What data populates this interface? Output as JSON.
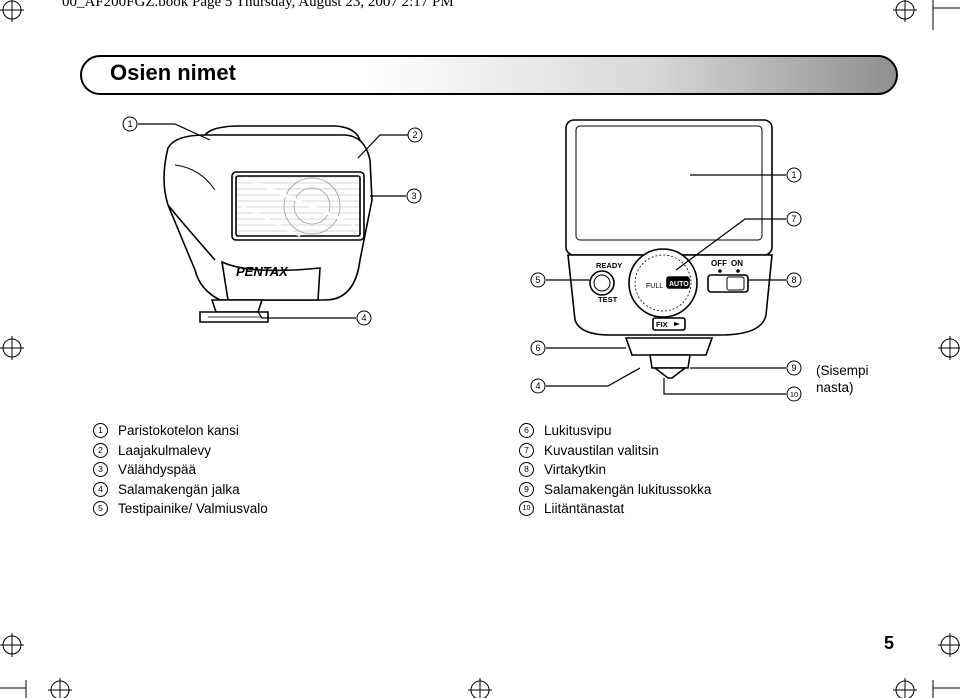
{
  "header_line": "00_AF200FGZ.book  Page 5  Thursday, August 23, 2007  2:17 PM",
  "section_title": "Osien nimet",
  "figure": {
    "brand_label": "PENTAX",
    "ready_label": "READY",
    "test_label": "TEST",
    "full_label": "FULL",
    "auto_label": "AUTO",
    "off_label": "OFF",
    "on_label": "ON",
    "fix_label": "FIX",
    "callouts_left": [
      "1",
      "2",
      "3",
      "4"
    ],
    "callouts_right": [
      "1",
      "7",
      "5",
      "8",
      "6",
      "9",
      "4",
      "10"
    ],
    "sisempi_note": "(Sisempi\nnasta)"
  },
  "legend_left": [
    {
      "num": "1",
      "text": "Paristokotelon kansi"
    },
    {
      "num": "2",
      "text": "Laajakulmalevy"
    },
    {
      "num": "3",
      "text": "Välähdyspää"
    },
    {
      "num": "4",
      "text": "Salamakengän jalka"
    },
    {
      "num": "5",
      "text": "Testipainike/ Valmiusvalo"
    }
  ],
  "legend_right": [
    {
      "num": "6",
      "text": "Lukitusvipu"
    },
    {
      "num": "7",
      "text": "Kuvaustilan valitsin"
    },
    {
      "num": "8",
      "text": "Virtakytkin"
    },
    {
      "num": "9",
      "text": "Salamakengän lukitussokka"
    },
    {
      "num": "10",
      "text": "Liitäntänastat"
    }
  ],
  "page_number": "5"
}
